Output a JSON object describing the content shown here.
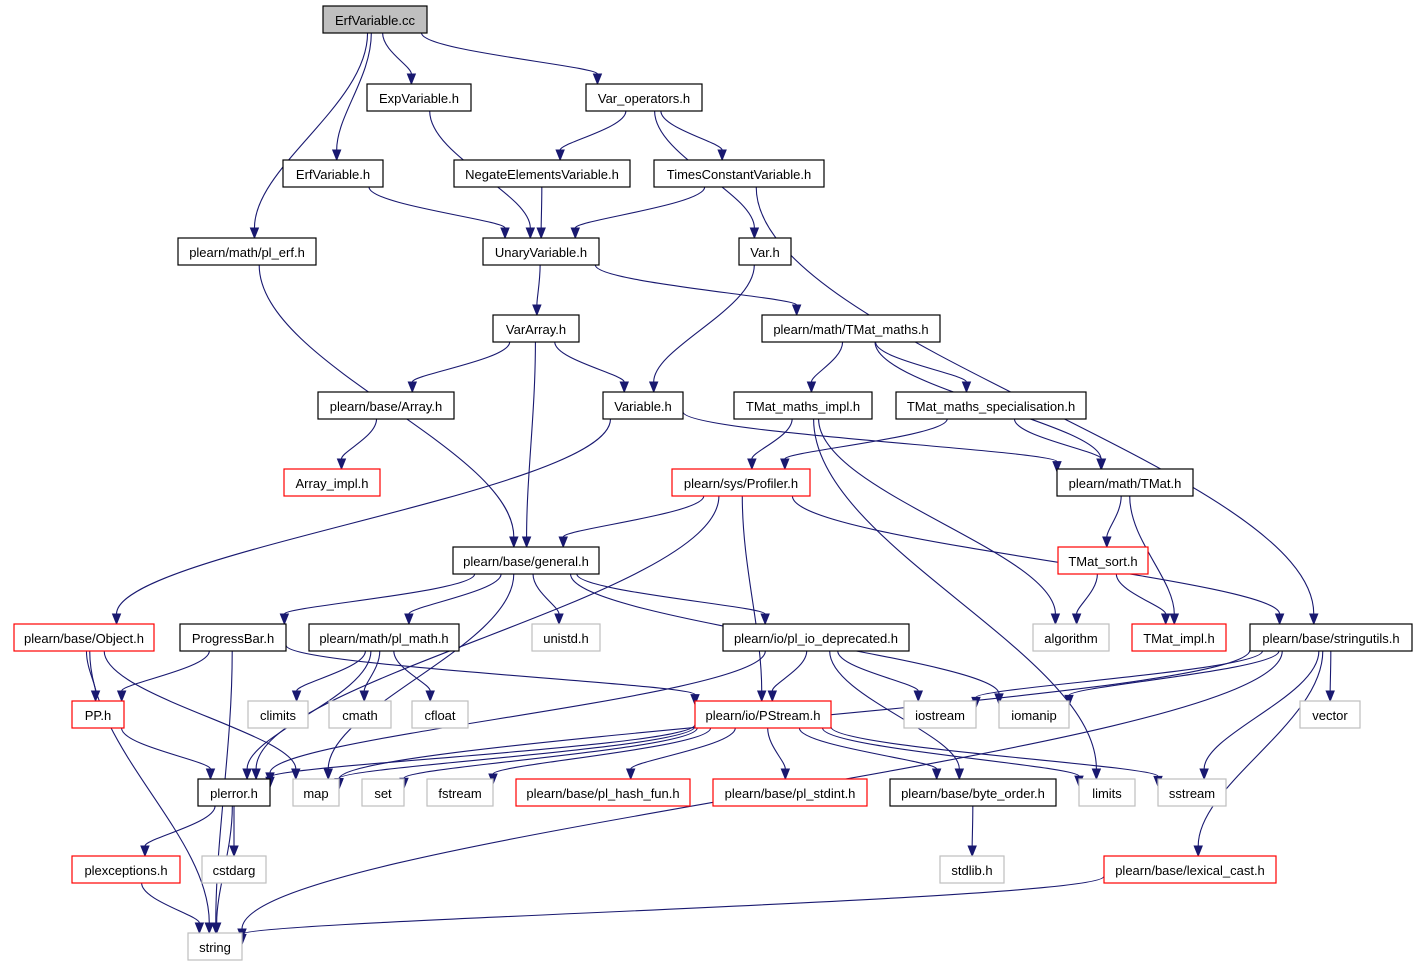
{
  "colors": {
    "edge": "#191970",
    "documented_border": "#000000",
    "truncated_border": "#ff0000",
    "external_border": "#bfbfbf",
    "root_fill": "#bfbfbf"
  },
  "nodes": [
    {
      "id": "root",
      "label": "ErfVariable.cc",
      "kind": "root"
    },
    {
      "id": "expvariable",
      "label": "ExpVariable.h",
      "kind": "documented"
    },
    {
      "id": "var_operators",
      "label": "Var_operators.h",
      "kind": "documented"
    },
    {
      "id": "erfvariable_h",
      "label": "ErfVariable.h",
      "kind": "documented"
    },
    {
      "id": "negate",
      "label": "NegateElementsVariable.h",
      "kind": "documented"
    },
    {
      "id": "timesconst",
      "label": "TimesConstantVariable.h",
      "kind": "documented"
    },
    {
      "id": "pl_erf",
      "label": "plearn/math/pl_erf.h",
      "kind": "documented"
    },
    {
      "id": "unaryvariable",
      "label": "UnaryVariable.h",
      "kind": "documented"
    },
    {
      "id": "var_h",
      "label": "Var.h",
      "kind": "documented"
    },
    {
      "id": "vararray",
      "label": "VarArray.h",
      "kind": "documented"
    },
    {
      "id": "tmat_maths",
      "label": "plearn/math/TMat_maths.h",
      "kind": "documented"
    },
    {
      "id": "base_array",
      "label": "plearn/base/Array.h",
      "kind": "documented"
    },
    {
      "id": "variable_h",
      "label": "Variable.h",
      "kind": "documented"
    },
    {
      "id": "tmat_maths_impl",
      "label": "TMat_maths_impl.h",
      "kind": "documented"
    },
    {
      "id": "tmat_maths_spec",
      "label": "TMat_maths_specialisation.h",
      "kind": "documented"
    },
    {
      "id": "array_impl",
      "label": "Array_impl.h",
      "kind": "truncated"
    },
    {
      "id": "profiler",
      "label": "plearn/sys/Profiler.h",
      "kind": "truncated"
    },
    {
      "id": "tmat_h",
      "label": "plearn/math/TMat.h",
      "kind": "documented"
    },
    {
      "id": "general",
      "label": "plearn/base/general.h",
      "kind": "documented"
    },
    {
      "id": "tmat_sort",
      "label": "TMat_sort.h",
      "kind": "truncated"
    },
    {
      "id": "object_h",
      "label": "plearn/base/Object.h",
      "kind": "truncated"
    },
    {
      "id": "progressbar",
      "label": "ProgressBar.h",
      "kind": "documented"
    },
    {
      "id": "pl_math",
      "label": "plearn/math/pl_math.h",
      "kind": "documented"
    },
    {
      "id": "unistd",
      "label": "unistd.h",
      "kind": "external"
    },
    {
      "id": "pl_io_dep",
      "label": "plearn/io/pl_io_deprecated.h",
      "kind": "documented"
    },
    {
      "id": "algorithm",
      "label": "algorithm",
      "kind": "external"
    },
    {
      "id": "tmat_impl",
      "label": "TMat_impl.h",
      "kind": "truncated"
    },
    {
      "id": "stringutils",
      "label": "plearn/base/stringutils.h",
      "kind": "documented"
    },
    {
      "id": "pp_h",
      "label": "PP.h",
      "kind": "truncated"
    },
    {
      "id": "climits",
      "label": "climits",
      "kind": "external"
    },
    {
      "id": "cmath",
      "label": "cmath",
      "kind": "external"
    },
    {
      "id": "cfloat",
      "label": "cfloat",
      "kind": "external"
    },
    {
      "id": "pstream",
      "label": "plearn/io/PStream.h",
      "kind": "truncated"
    },
    {
      "id": "iostream",
      "label": "iostream",
      "kind": "external"
    },
    {
      "id": "iomanip",
      "label": "iomanip",
      "kind": "external"
    },
    {
      "id": "vector",
      "label": "vector",
      "kind": "external"
    },
    {
      "id": "plerror",
      "label": "plerror.h",
      "kind": "documented"
    },
    {
      "id": "map",
      "label": "map",
      "kind": "external"
    },
    {
      "id": "set",
      "label": "set",
      "kind": "external"
    },
    {
      "id": "fstream",
      "label": "fstream",
      "kind": "external"
    },
    {
      "id": "pl_hash_fun",
      "label": "plearn/base/pl_hash_fun.h",
      "kind": "truncated"
    },
    {
      "id": "pl_stdint",
      "label": "plearn/base/pl_stdint.h",
      "kind": "truncated"
    },
    {
      "id": "byte_order",
      "label": "plearn/base/byte_order.h",
      "kind": "documented"
    },
    {
      "id": "limits",
      "label": "limits",
      "kind": "external"
    },
    {
      "id": "sstream",
      "label": "sstream",
      "kind": "external"
    },
    {
      "id": "plexceptions",
      "label": "plexceptions.h",
      "kind": "truncated"
    },
    {
      "id": "cstdarg",
      "label": "cstdarg",
      "kind": "external"
    },
    {
      "id": "stdlib",
      "label": "stdlib.h",
      "kind": "external"
    },
    {
      "id": "lexical_cast",
      "label": "plearn/base/lexical_cast.h",
      "kind": "truncated"
    },
    {
      "id": "string",
      "label": "string",
      "kind": "external"
    }
  ],
  "edges": [
    {
      "from": "root",
      "to": "expvariable"
    },
    {
      "from": "root",
      "to": "var_operators"
    },
    {
      "from": "root",
      "to": "erfvariable_h"
    },
    {
      "from": "root",
      "to": "pl_erf"
    },
    {
      "from": "expvariable",
      "to": "unaryvariable"
    },
    {
      "from": "var_operators",
      "to": "negate"
    },
    {
      "from": "var_operators",
      "to": "timesconst"
    },
    {
      "from": "var_operators",
      "to": "var_h"
    },
    {
      "from": "erfvariable_h",
      "to": "unaryvariable"
    },
    {
      "from": "negate",
      "to": "unaryvariable"
    },
    {
      "from": "timesconst",
      "to": "unaryvariable"
    },
    {
      "from": "timesconst",
      "to": "stringutils"
    },
    {
      "from": "pl_erf",
      "to": "general"
    },
    {
      "from": "unaryvariable",
      "to": "vararray"
    },
    {
      "from": "unaryvariable",
      "to": "tmat_maths"
    },
    {
      "from": "var_h",
      "to": "variable_h"
    },
    {
      "from": "vararray",
      "to": "base_array"
    },
    {
      "from": "vararray",
      "to": "variable_h"
    },
    {
      "from": "vararray",
      "to": "general"
    },
    {
      "from": "tmat_maths",
      "to": "tmat_maths_impl"
    },
    {
      "from": "tmat_maths",
      "to": "tmat_maths_spec"
    },
    {
      "from": "tmat_maths",
      "to": "tmat_h"
    },
    {
      "from": "base_array",
      "to": "array_impl"
    },
    {
      "from": "variable_h",
      "to": "object_h"
    },
    {
      "from": "variable_h",
      "to": "tmat_h"
    },
    {
      "from": "tmat_maths_impl",
      "to": "profiler"
    },
    {
      "from": "tmat_maths_impl",
      "to": "algorithm"
    },
    {
      "from": "tmat_maths_impl",
      "to": "limits"
    },
    {
      "from": "tmat_maths_spec",
      "to": "profiler"
    },
    {
      "from": "tmat_maths_spec",
      "to": "tmat_h"
    },
    {
      "from": "profiler",
      "to": "general"
    },
    {
      "from": "profiler",
      "to": "stringutils"
    },
    {
      "from": "profiler",
      "to": "pstream"
    },
    {
      "from": "profiler",
      "to": "plerror"
    },
    {
      "from": "tmat_h",
      "to": "tmat_sort"
    },
    {
      "from": "tmat_h",
      "to": "tmat_impl"
    },
    {
      "from": "tmat_sort",
      "to": "algorithm"
    },
    {
      "from": "tmat_sort",
      "to": "tmat_impl"
    },
    {
      "from": "general",
      "to": "progressbar"
    },
    {
      "from": "general",
      "to": "pl_math"
    },
    {
      "from": "general",
      "to": "unistd"
    },
    {
      "from": "general",
      "to": "pl_io_dep"
    },
    {
      "from": "general",
      "to": "iomanip"
    },
    {
      "from": "general",
      "to": "map"
    },
    {
      "from": "object_h",
      "to": "pp_h"
    },
    {
      "from": "object_h",
      "to": "map"
    },
    {
      "from": "object_h",
      "to": "string"
    },
    {
      "from": "progressbar",
      "to": "pp_h"
    },
    {
      "from": "progressbar",
      "to": "pstream"
    },
    {
      "from": "progressbar",
      "to": "string"
    },
    {
      "from": "pl_math",
      "to": "climits"
    },
    {
      "from": "pl_math",
      "to": "cmath"
    },
    {
      "from": "pl_math",
      "to": "cfloat"
    },
    {
      "from": "pl_math",
      "to": "plerror"
    },
    {
      "from": "pl_io_dep",
      "to": "pstream"
    },
    {
      "from": "pl_io_dep",
      "to": "iostream"
    },
    {
      "from": "pl_io_dep",
      "to": "byte_order"
    },
    {
      "from": "pl_io_dep",
      "to": "plerror"
    },
    {
      "from": "stringutils",
      "to": "iostream"
    },
    {
      "from": "stringutils",
      "to": "iomanip"
    },
    {
      "from": "stringutils",
      "to": "vector"
    },
    {
      "from": "stringutils",
      "to": "sstream"
    },
    {
      "from": "stringutils",
      "to": "lexical_cast"
    },
    {
      "from": "stringutils",
      "to": "map"
    },
    {
      "from": "stringutils",
      "to": "string"
    },
    {
      "from": "pp_h",
      "to": "plerror"
    },
    {
      "from": "pstream",
      "to": "plerror"
    },
    {
      "from": "pstream",
      "to": "map"
    },
    {
      "from": "pstream",
      "to": "set"
    },
    {
      "from": "pstream",
      "to": "fstream"
    },
    {
      "from": "pstream",
      "to": "pl_hash_fun"
    },
    {
      "from": "pstream",
      "to": "pl_stdint"
    },
    {
      "from": "pstream",
      "to": "byte_order"
    },
    {
      "from": "pstream",
      "to": "limits"
    },
    {
      "from": "pstream",
      "to": "sstream"
    },
    {
      "from": "plerror",
      "to": "plexceptions"
    },
    {
      "from": "plerror",
      "to": "cstdarg"
    },
    {
      "from": "plerror",
      "to": "string"
    },
    {
      "from": "byte_order",
      "to": "stdlib"
    },
    {
      "from": "plexceptions",
      "to": "string"
    },
    {
      "from": "lexical_cast",
      "to": "string"
    }
  ]
}
